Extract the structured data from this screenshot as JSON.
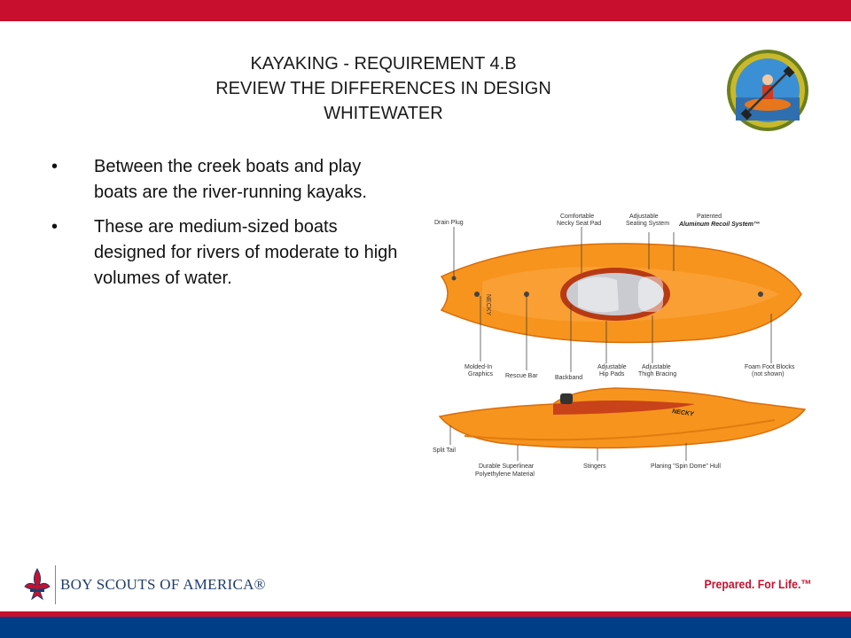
{
  "slide": {
    "title_lines": [
      "KAYAKING - REQUIREMENT 4.B",
      "REVIEW THE DIFFERENCES IN DESIGN",
      "WHITEWATER"
    ],
    "bullets": [
      "Between the creek boats and play boats are the river-running kayaks.",
      "These are medium-sized boats designed for rivers of moderate to high volumes of water."
    ]
  },
  "figure": {
    "top_labels": {
      "drain_plug": "Drain Plug",
      "seat_pad_1": "Comfortable",
      "seat_pad_2": "Necky Seat Pad",
      "seating_1": "Adjustable",
      "seating_2": "Seating System",
      "recoil_1": "Patented",
      "recoil_2": "Aluminum Recoil System™"
    },
    "bottom_labels": {
      "graphics_1": "Molded-In",
      "graphics_2": "Graphics",
      "rescue_bar": "Rescue Bar",
      "backband": "Backband",
      "hip_1": "Adjustable",
      "hip_2": "Hip Pads",
      "thigh_1": "Adjustable",
      "thigh_2": "Thigh Bracing",
      "foot_1": "Foam Foot Blocks",
      "foot_2": "(not shown)"
    },
    "side_labels": {
      "split_tail": "Split Tail",
      "material_1": "Durable Superlinear",
      "material_2": "Polyethylene Material",
      "stingers": "Stingers",
      "hull": "Planing \"Spin Dome\" Hull"
    },
    "brand_mark": "NECKY"
  },
  "footer": {
    "org": "BOY SCOUTS OF AMERICA®",
    "tagline": "Prepared. For Life.™"
  },
  "colors": {
    "top_bar": "#c8102e",
    "bottom_blue": "#003f87",
    "kayak_orange": "#f7941d",
    "tagline_red": "#c8102e"
  }
}
